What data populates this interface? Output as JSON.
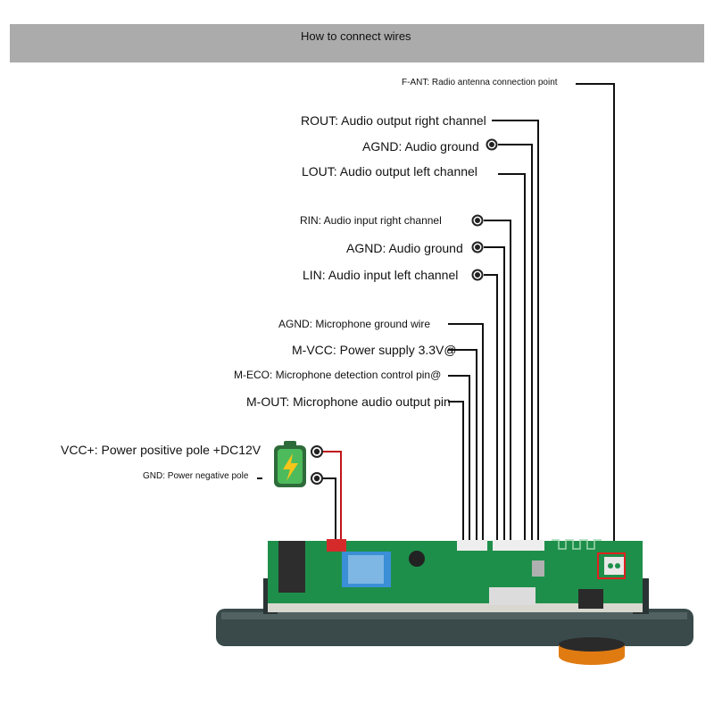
{
  "header": {
    "title": "How to connect wires"
  },
  "labels": {
    "fant": "F-ANT: Radio antenna connection point",
    "rout": "ROUT: Audio output right channel",
    "agnd_out": "AGND: Audio ground",
    "lout": "LOUT: Audio output left channel",
    "rin": "RIN: Audio input right channel",
    "agnd_in": "AGND: Audio ground",
    "lin": "LIN: Audio input left channel",
    "agnd_mic": "AGND: Microphone ground wire",
    "mvcc": "M-VCC: Power supply 3.3V@",
    "meco": "M-ECO: Microphone detection control pin@",
    "mout": "M-OUT: Microphone audio output pin",
    "vcc": "VCC+: Power positive pole +DC12V",
    "gnd": "GND: Power negative pole"
  },
  "colors": {
    "header_bg": "#ababab",
    "wire": "#111111",
    "power_wire": "#c0161b",
    "pcb_green": "#1e8f4a",
    "panel": "#3a4a4a",
    "battery_green": "#3fa34d",
    "bolt": "#f5c518",
    "knob": "#e07b12"
  },
  "icons": {
    "battery": "battery-charging-icon",
    "terminal": "ring-terminal-icon"
  }
}
